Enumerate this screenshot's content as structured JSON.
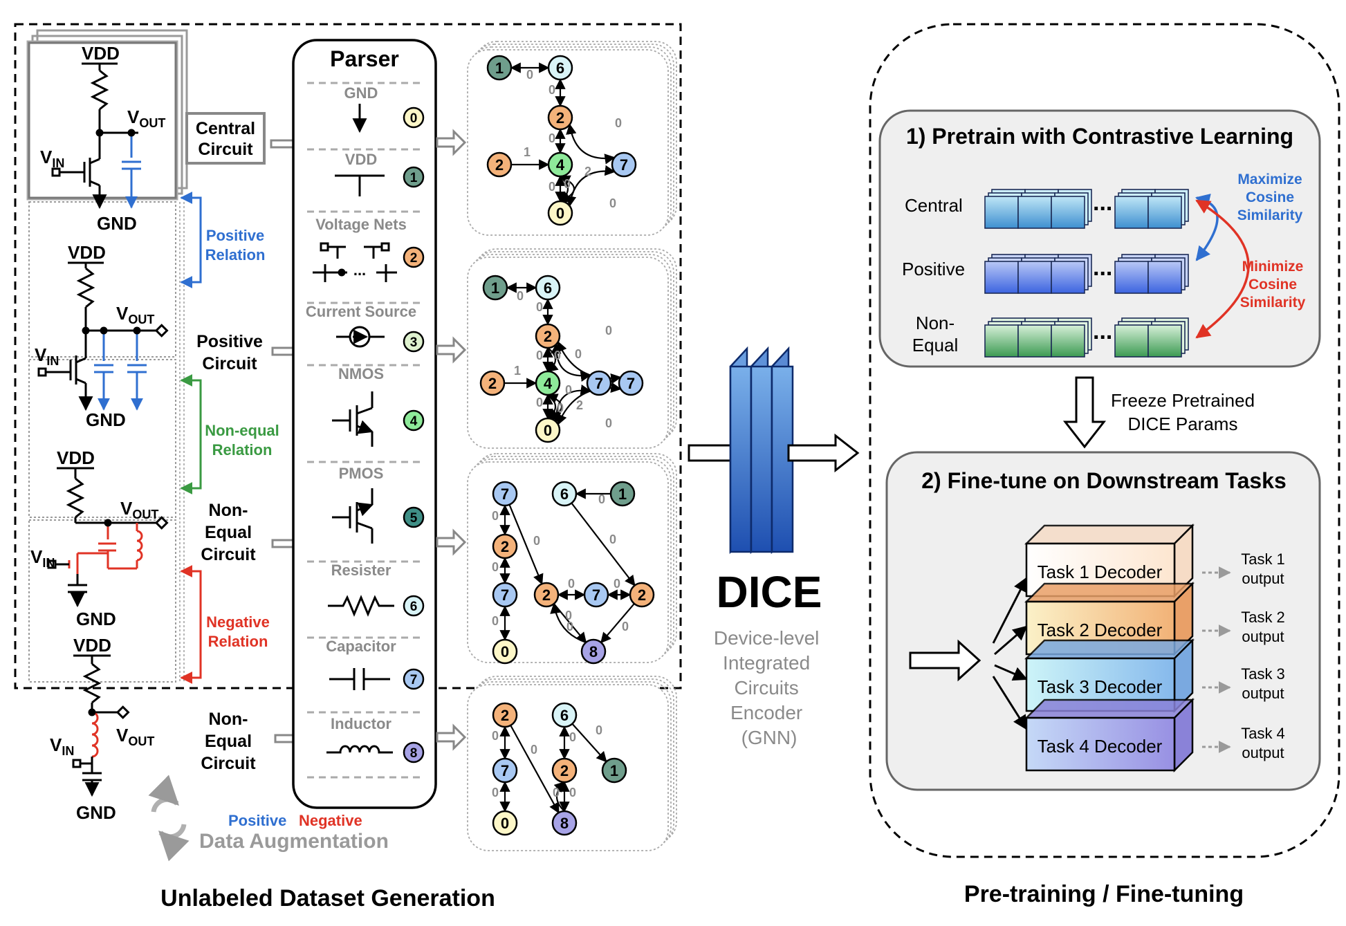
{
  "left_panel": {
    "caption": "Unlabeled Dataset Generation",
    "circuit_labels": {
      "central": [
        "Central",
        "Circuit"
      ],
      "positive": [
        "Positive",
        "Circuit"
      ],
      "nonequal1": [
        "Non-",
        "Equal",
        "Circuit"
      ],
      "nonequal2": [
        "Non-",
        "Equal",
        "Circuit"
      ]
    },
    "relations": {
      "positive": [
        "Positive",
        "Relation"
      ],
      "nonequal": [
        "Non-equal",
        "Relation"
      ],
      "negative": [
        "Negative",
        "Relation"
      ]
    },
    "circuit_text": {
      "vdd": "VDD",
      "gnd": "GND",
      "vout": "V",
      "vout_sub": "OUT",
      "vin": "V",
      "vin_sub": "IN"
    },
    "augmentation": {
      "positive": "Positive",
      "negative": "Negative",
      "label": "Data Augmentation"
    }
  },
  "parser": {
    "title": "Parser",
    "items": [
      {
        "label": "GND",
        "id": "0"
      },
      {
        "label": "VDD",
        "id": "1"
      },
      {
        "label": "Voltage Nets",
        "id": "2"
      },
      {
        "label": "Current Source",
        "id": "3"
      },
      {
        "label": "NMOS",
        "id": "4"
      },
      {
        "label": "PMOS",
        "id": "5"
      },
      {
        "label": "Resister",
        "id": "6"
      },
      {
        "label": "Capacitor",
        "id": "7"
      },
      {
        "label": "Inductor",
        "id": "8"
      }
    ],
    "ellipsis": "..."
  },
  "dice": {
    "title": "DICE",
    "subtitle": [
      "Device-level",
      "Integrated",
      "Circuits",
      "Encoder",
      "(GNN)"
    ]
  },
  "right_panel": {
    "caption": "Pre-training / Fine-tuning",
    "pretrain": {
      "title": "1) Pretrain with Contrastive Learning",
      "rows": [
        "Central",
        "Positive",
        "Non-",
        "Equal"
      ],
      "maximize": [
        "Maximize",
        "Cosine",
        "Similarity"
      ],
      "minimize": [
        "Minimize",
        "Cosine",
        "Similarity"
      ],
      "ellipsis": "..."
    },
    "freeze": [
      "Freeze Pretrained",
      "DICE Params"
    ],
    "finetune": {
      "title": "2) Fine-tune on Downstream Tasks",
      "decoders": [
        "Task 1 Decoder",
        "Task 2 Decoder",
        "Task 3 Decoder",
        "Task 4 Decoder"
      ],
      "outputs": [
        [
          "Task 1",
          "output"
        ],
        [
          "Task 2",
          "output"
        ],
        [
          "Task 3",
          "output"
        ],
        [
          "Task 4",
          "output"
        ]
      ]
    }
  },
  "colors": {
    "n0": "#fdf7c8",
    "n1": "#6f9e8c",
    "n2": "#f4b27a",
    "n3": "#dff2cf",
    "n4": "#8eea9a",
    "n5": "#3f8f86",
    "n6": "#d9f4f7",
    "n7": "#a8c8f2",
    "n8": "#a7a3e6",
    "blue": "#2f6fd0",
    "green": "#3a9a42",
    "red": "#e03325",
    "gray": "#8a8a8a"
  },
  "graphs": [
    {
      "nodes": [
        {
          "id": "1",
          "c": "n1"
        },
        {
          "id": "6",
          "c": "n6"
        },
        {
          "id": "2",
          "c": "n2"
        },
        {
          "id": "2",
          "c": "n2"
        },
        {
          "id": "4",
          "c": "n4"
        },
        {
          "id": "7",
          "c": "n7"
        },
        {
          "id": "0",
          "c": "n0"
        }
      ],
      "edge_labels": [
        "0",
        "0",
        "0",
        "1",
        "0",
        "0",
        "0",
        "2",
        "0"
      ]
    },
    {
      "nodes": [
        {
          "id": "1",
          "c": "n1"
        },
        {
          "id": "6",
          "c": "n6"
        },
        {
          "id": "2",
          "c": "n2"
        },
        {
          "id": "2",
          "c": "n2"
        },
        {
          "id": "4",
          "c": "n4"
        },
        {
          "id": "7",
          "c": "n7"
        },
        {
          "id": "7",
          "c": "n7"
        },
        {
          "id": "0",
          "c": "n0"
        }
      ],
      "edge_labels": [
        "0",
        "0",
        "0",
        "1",
        "0",
        "0",
        "0",
        "2",
        "0",
        "0",
        "0",
        "0"
      ]
    },
    {
      "nodes": [
        {
          "id": "7",
          "c": "n7"
        },
        {
          "id": "6",
          "c": "n6"
        },
        {
          "id": "1",
          "c": "n1"
        },
        {
          "id": "2",
          "c": "n2"
        },
        {
          "id": "7",
          "c": "n7"
        },
        {
          "id": "2",
          "c": "n2"
        },
        {
          "id": "7",
          "c": "n7"
        },
        {
          "id": "2",
          "c": "n2"
        },
        {
          "id": "0",
          "c": "n0"
        },
        {
          "id": "8",
          "c": "n8"
        }
      ],
      "edge_labels": [
        "0",
        "0",
        "0",
        "0",
        "0",
        "0",
        "0",
        "0",
        "0",
        "0",
        "0"
      ]
    },
    {
      "nodes": [
        {
          "id": "2",
          "c": "n2"
        },
        {
          "id": "6",
          "c": "n6"
        },
        {
          "id": "7",
          "c": "n7"
        },
        {
          "id": "2",
          "c": "n2"
        },
        {
          "id": "1",
          "c": "n1"
        },
        {
          "id": "0",
          "c": "n0"
        },
        {
          "id": "8",
          "c": "n8"
        }
      ],
      "edge_labels": [
        "0",
        "0",
        "0",
        "0",
        "0",
        "0",
        "0"
      ]
    }
  ]
}
